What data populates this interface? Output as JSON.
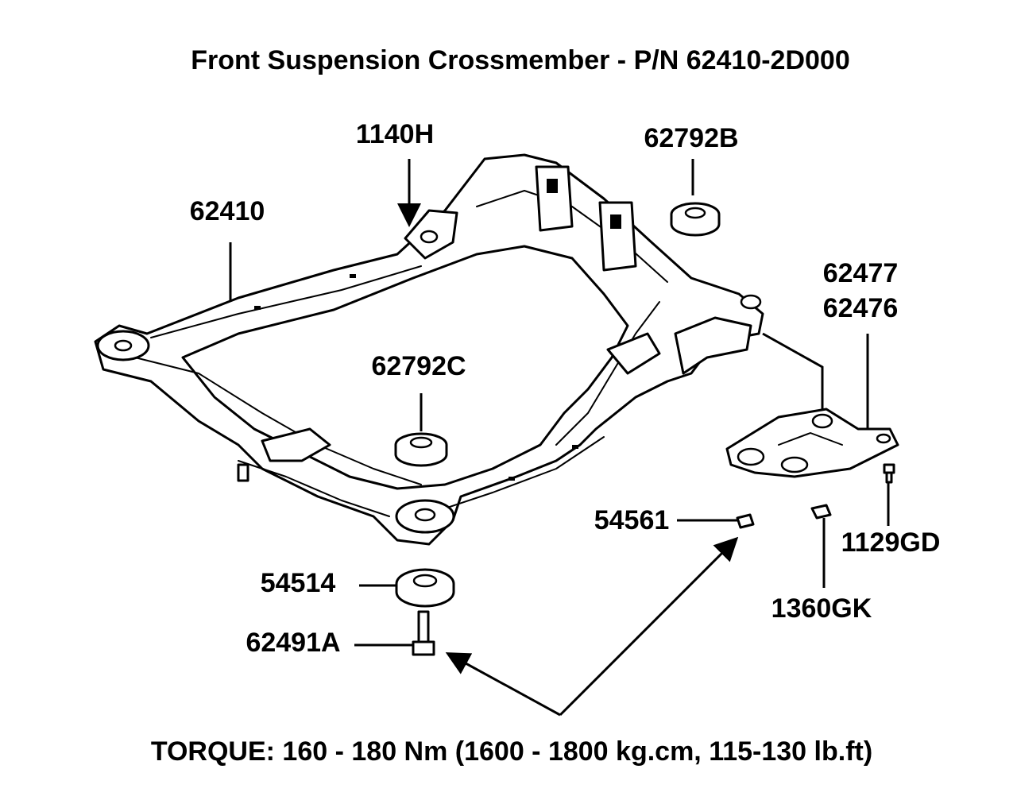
{
  "title": "Front Suspension Crossmember - P/N 62410-2D000",
  "torque_note": "TORQUE: 160 - 180 Nm (1600 - 1800 kg.cm, 115-130 lb.ft)",
  "labels": {
    "crossmember": "62410",
    "bolt_1140h": "1140H",
    "stopper_b": "62792B",
    "stopper_c": "62792C",
    "bracket_a": "62477",
    "bracket_b": "62476",
    "nut_54561": "54561",
    "washer_54514": "54514",
    "bolt_62491a": "62491A",
    "bolt_1129gd": "1129GD",
    "nut_1360gk": "1360GK"
  }
}
